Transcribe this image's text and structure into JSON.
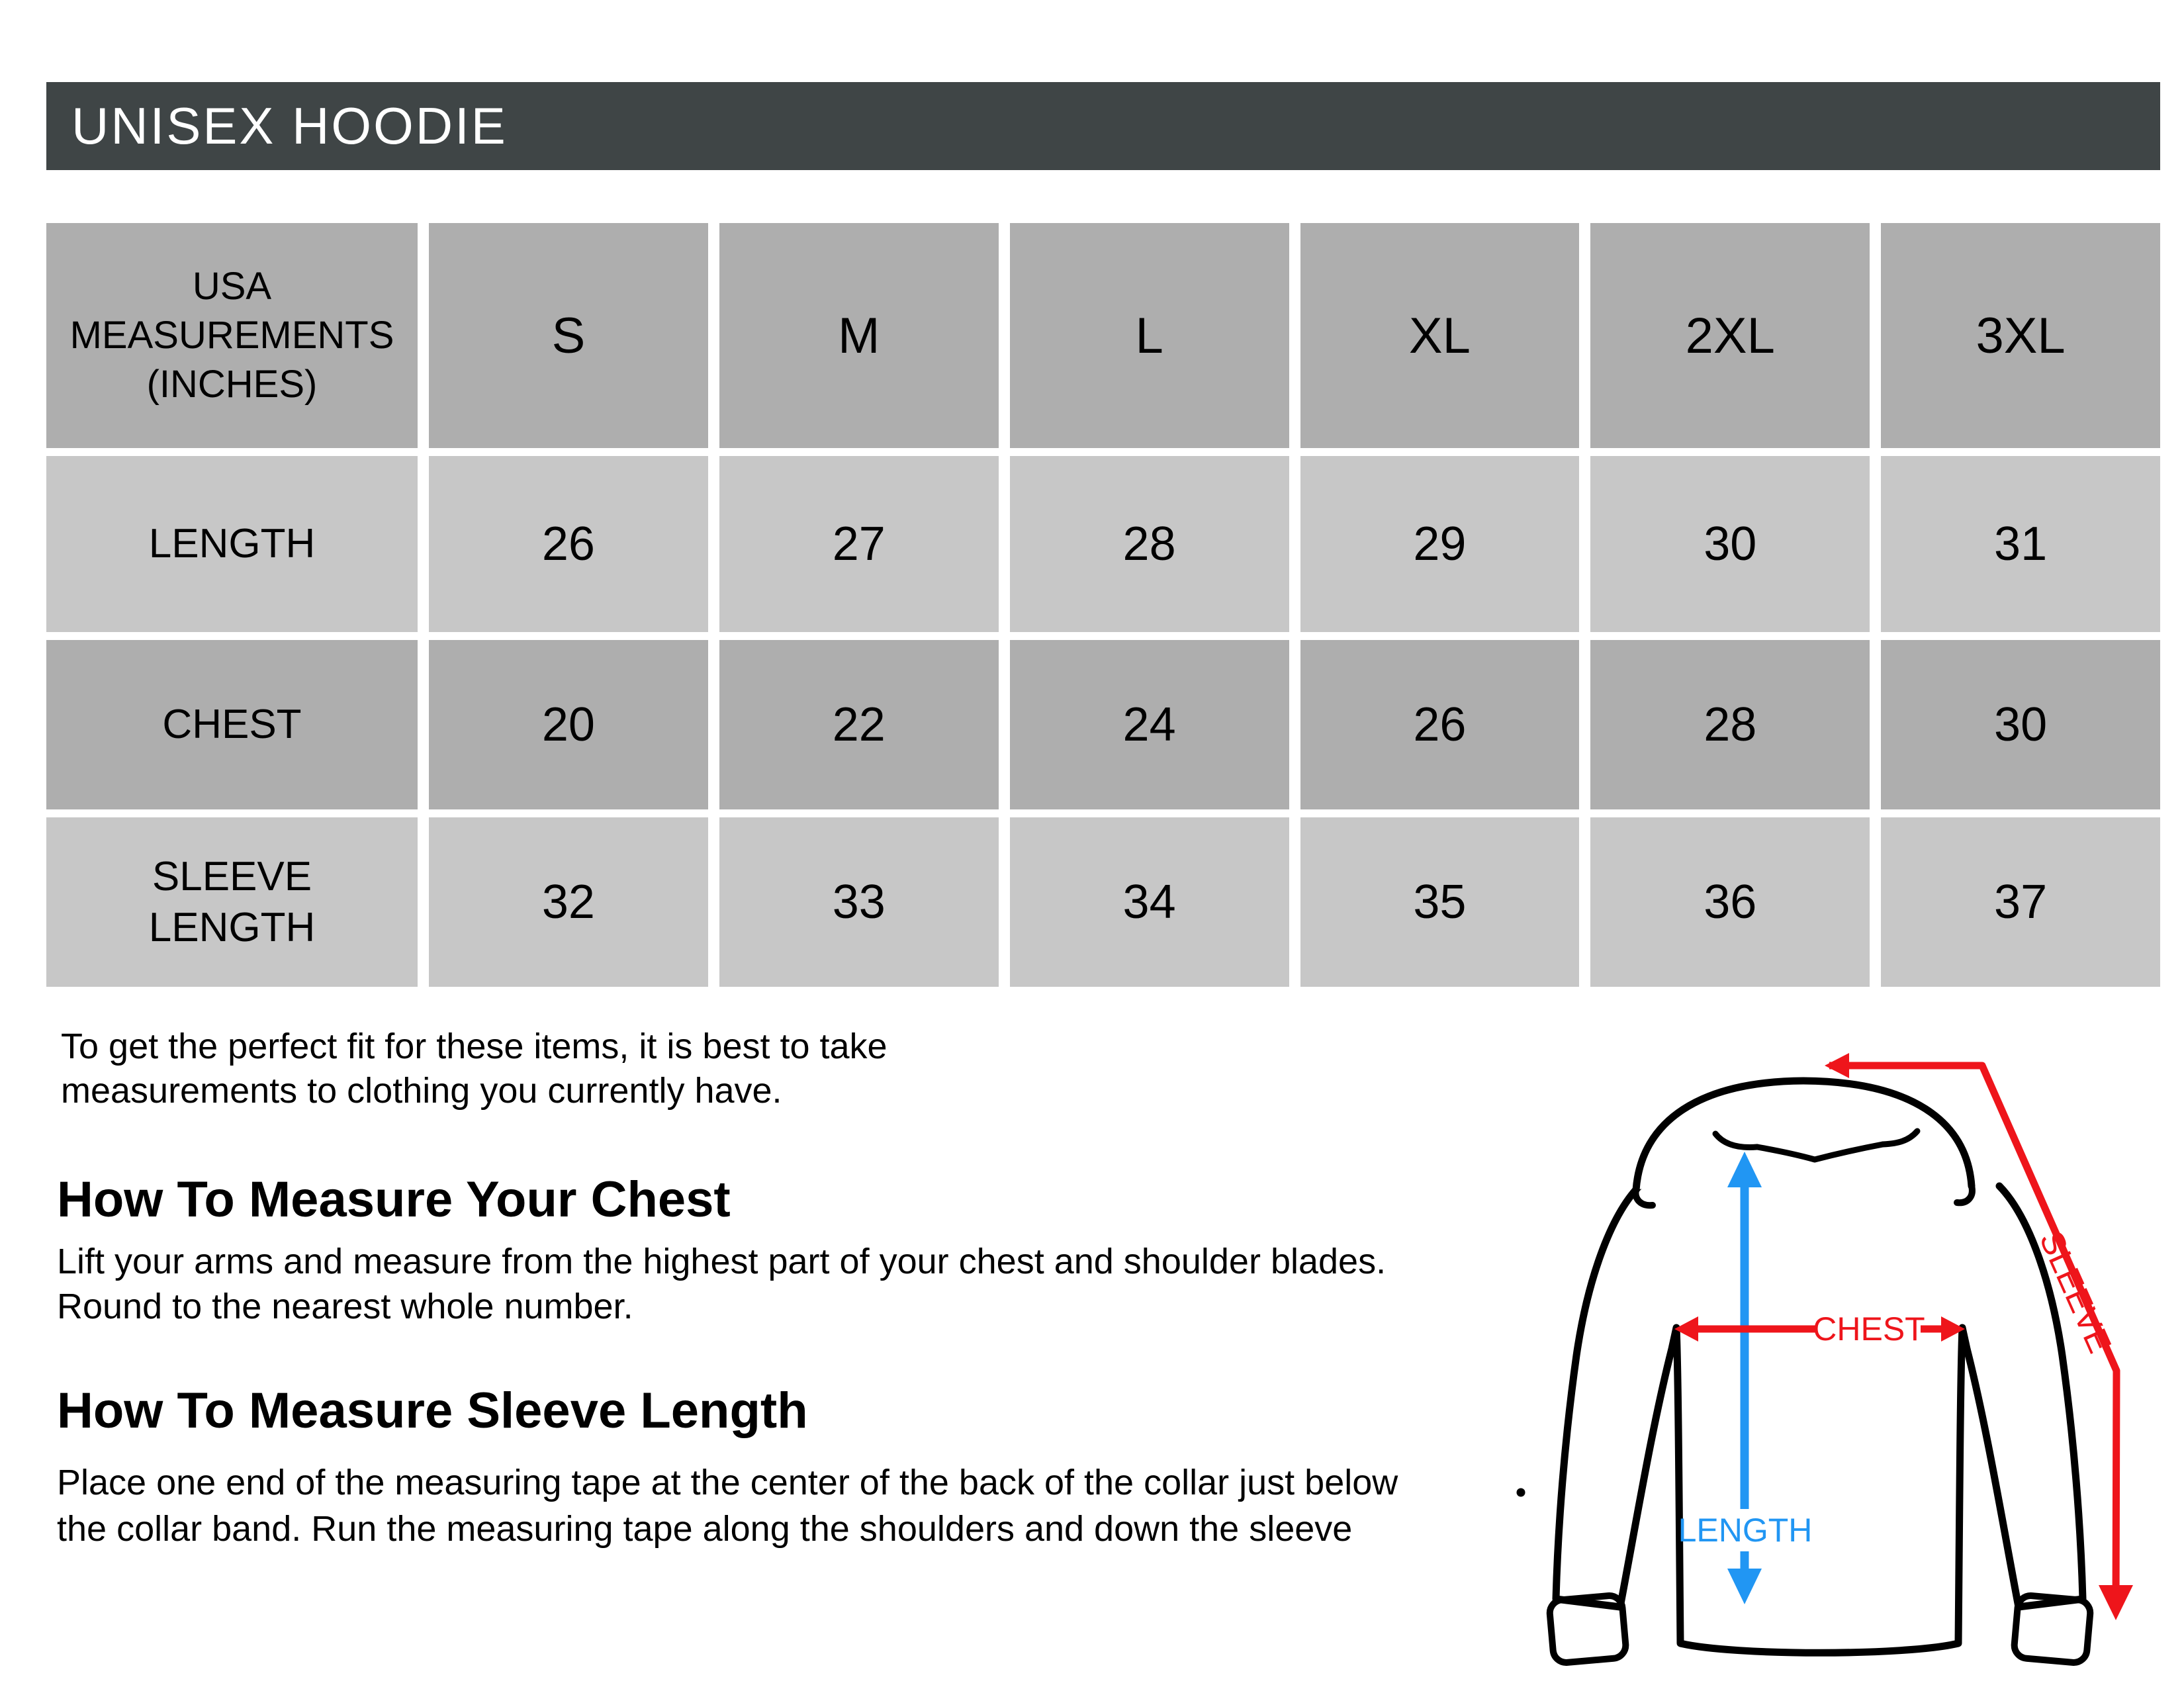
{
  "title": "UNISEX HOODIE",
  "table": {
    "corner_header": "USA\nMEASUREMENTS\n(INCHES)",
    "sizes": [
      "S",
      "M",
      "L",
      "XL",
      "2XL",
      "3XL"
    ],
    "rows": [
      {
        "label": "LENGTH",
        "values": [
          "26",
          "27",
          "28",
          "29",
          "30",
          "31"
        ]
      },
      {
        "label": "CHEST",
        "values": [
          "20",
          "22",
          "24",
          "26",
          "28",
          "30"
        ]
      },
      {
        "label": "SLEEVE\nLENGTH",
        "values": [
          "32",
          "33",
          "34",
          "35",
          "36",
          "37"
        ]
      }
    ]
  },
  "notes": {
    "intro": "To get the perfect fit for these items, it is best to take\nmeasurements to clothing you currently have.",
    "chest_heading": "How To Measure Your Chest",
    "chest_body": "Lift your arms and measure from the highest part of your chest and shoulder blades.\nRound to the nearest whole number.",
    "sleeve_heading": "How To Measure Sleeve Length",
    "sleeve_body": "Place one end of the measuring tape at the center of the back of the collar just below\nthe collar band. Run the measuring tape along the shoulders and down the sleeve"
  },
  "diagram": {
    "sleeve_label": "SLEEVE",
    "chest_label": "CHEST",
    "length_label": "LENGTH",
    "arrow_red": "#ee151b",
    "arrow_blue": "#2196f3",
    "outline_color": "#000000"
  },
  "colors": {
    "title_bar_bg": "#3f4546",
    "title_text": "#ffffff",
    "row_dark": "#aeaeae",
    "row_light": "#c7c7c7",
    "page_bg": "#ffffff"
  }
}
